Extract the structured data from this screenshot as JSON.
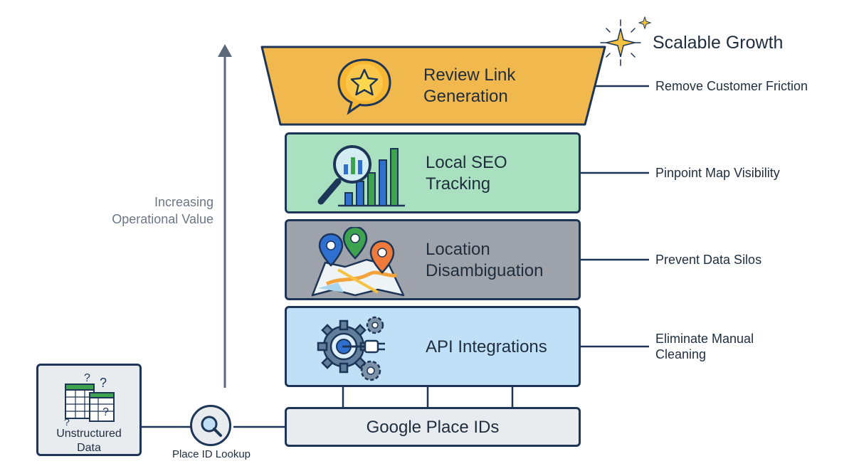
{
  "axis": {
    "label_line1": "Increasing",
    "label_line2": "Operational Value"
  },
  "top": {
    "title": "Scalable Growth"
  },
  "tiers": [
    {
      "title_line1": "Review Link",
      "title_line2": "Generation",
      "icon": "star-speech-bubble-icon",
      "color": "#f0b84d",
      "benefit": "Remove Customer Friction"
    },
    {
      "title_line1": "Local SEO",
      "title_line2": "Tracking",
      "icon": "magnifier-bar-chart-icon",
      "color": "#a8e0c0",
      "benefit": "Pinpoint Map Visibility"
    },
    {
      "title_line1": "Location",
      "title_line2": "Disambiguation",
      "icon": "map-pins-icon",
      "color": "#9ea3ab",
      "benefit": "Prevent Data Silos"
    },
    {
      "title_line1": "API Integrations",
      "title_line2": "",
      "icon": "gears-plug-icon",
      "color": "#bfe0f7",
      "benefit_line1": "Eliminate Manual",
      "benefit_line2": "Cleaning"
    }
  ],
  "base": {
    "title": "Google Place IDs",
    "color": "#e9ecef"
  },
  "source": {
    "label_line1": "Unstructured",
    "label_line2": "Data"
  },
  "lookup": {
    "label": "Place ID Lookup"
  }
}
